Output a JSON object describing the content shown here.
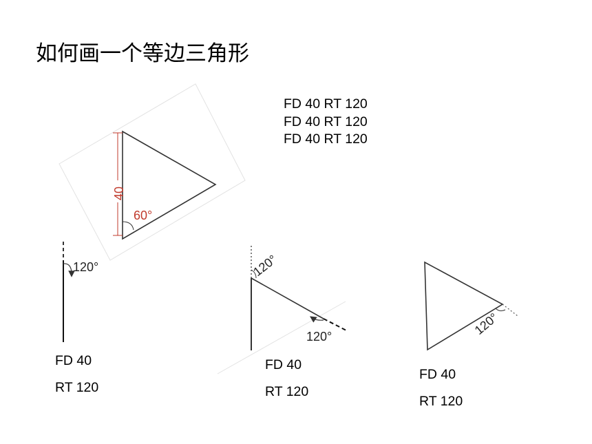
{
  "title": "如何画一个等边三角形",
  "code_block": {
    "lines": [
      "FD 40 RT 120",
      "FD 40 RT 120",
      "FD 40 RT 120"
    ]
  },
  "main_triangle": {
    "side_label": "40",
    "angle_label": "60°"
  },
  "steps": [
    {
      "angle_label": "120°",
      "line1": "FD 40",
      "line2": "RT 120"
    },
    {
      "angle_label": "120°",
      "angle_label_alt": "120°",
      "line1": "FD 40",
      "line2": "RT 120"
    },
    {
      "angle_label": "120°",
      "line1": "FD 40",
      "line2": "RT 120"
    }
  ],
  "colors": {
    "annotation": "#c0392b",
    "stroke": "#333333",
    "faint": "#e2e2e2"
  }
}
